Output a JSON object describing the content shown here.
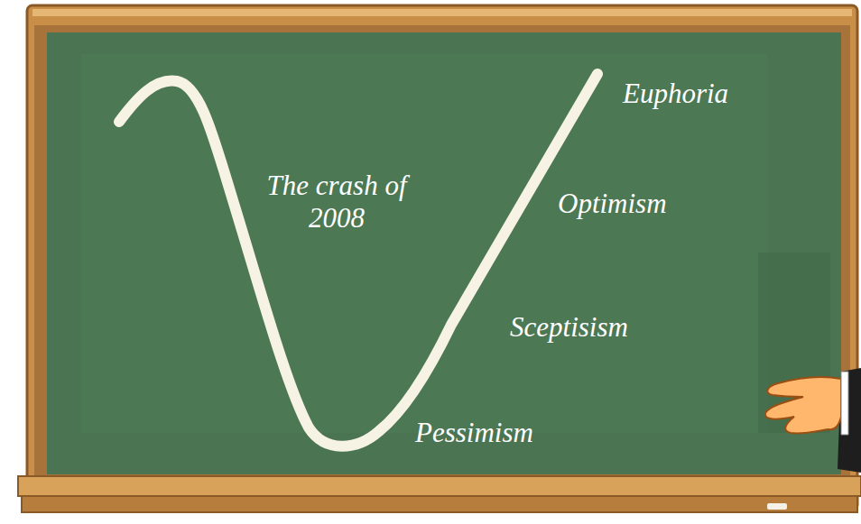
{
  "diagram": {
    "labels": [
      "The crash of 2008",
      "Euphoria",
      "Optimism",
      "Sceptisism",
      "Pessimism"
    ]
  }
}
